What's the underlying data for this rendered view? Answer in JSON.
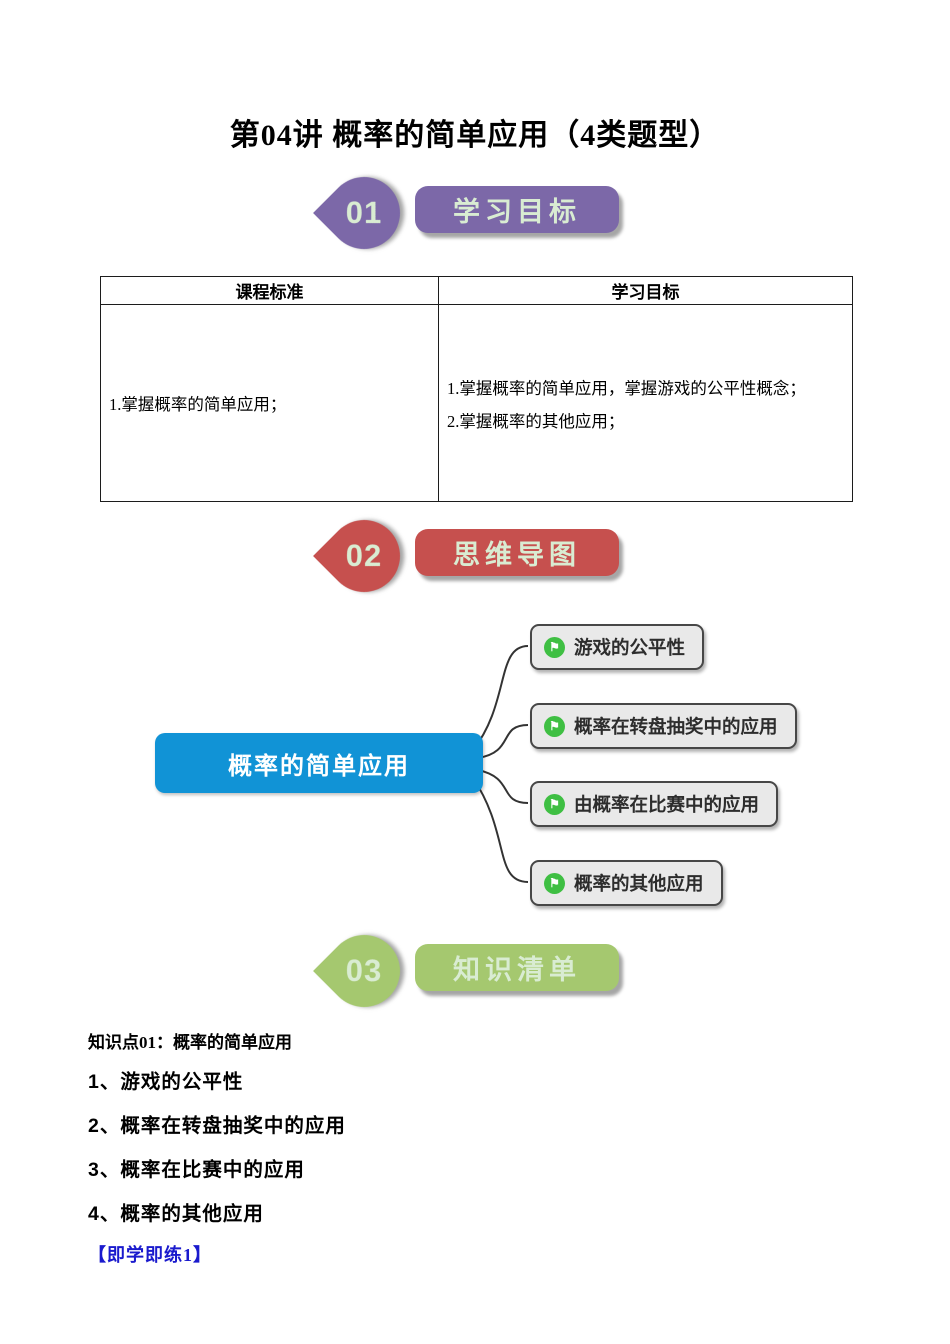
{
  "page": {
    "title": "第04讲 概率的简单应用（4类题型）"
  },
  "badge_text_color": "#d9ecd2",
  "sections": [
    {
      "number": "01",
      "label": "学习目标",
      "color": "#7c68a8"
    },
    {
      "number": "02",
      "label": "思维导图",
      "color": "#c6504e"
    },
    {
      "number": "03",
      "label": "知识清单",
      "color": "#a5c86f"
    }
  ],
  "table": {
    "headers": [
      "课程标准",
      "学习目标"
    ],
    "left_items": [
      "1.掌握概率的简单应用；"
    ],
    "right_items": [
      "1.掌握概率的简单应用，掌握游戏的公平性概念；",
      "2.掌握概率的其他应用；"
    ]
  },
  "mindmap": {
    "root": {
      "label": "概率的简单应用",
      "color": "#1193d6"
    },
    "branch_icon": "flag-icon",
    "icon_color": "#3fbf43",
    "icon_glyph": "⚑",
    "branches": [
      "游戏的公平性",
      "概率在转盘抽奖中的应用",
      "由概率在比赛中的应用",
      "概率的其他应用"
    ]
  },
  "knowledge": {
    "heading": "知识点01：概率的简单应用",
    "items": [
      "1、游戏的公平性",
      "2、概率在转盘抽奖中的应用",
      "3、概率在比赛中的应用",
      "4、概率的其他应用"
    ],
    "practice_label": "【即学即练1】",
    "practice_color": "#1a1acd"
  }
}
